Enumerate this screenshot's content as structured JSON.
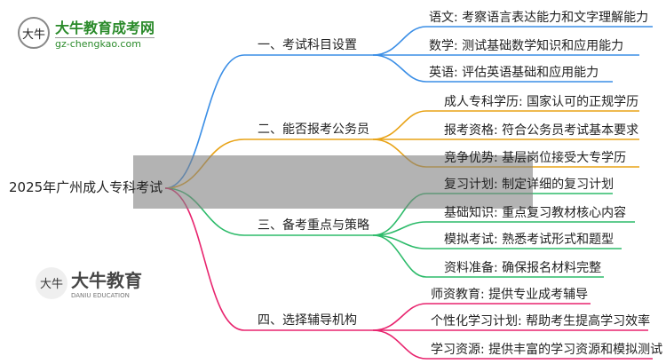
{
  "logo": {
    "mark": "大牛",
    "name": "大牛教育成考网",
    "url": "gz-chengkao.com"
  },
  "watermark": {
    "mark": "大牛",
    "name": "大牛教育",
    "sub": "DANIU EDUCATION"
  },
  "root": "2025年广州成人专科考试",
  "colors": {
    "b1": "#3a8ee6",
    "b2": "#e8a317",
    "b3": "#2dbb6a",
    "b4": "#e8246e"
  },
  "branches": [
    {
      "label": "一、考试科目设置",
      "leaves": [
        "语文: 考察语言表达能力和文字理解能力",
        "数学: 测试基础数学知识和应用能力",
        "英语: 评估英语基础和应用能力"
      ]
    },
    {
      "label": "二、能否报考公务员",
      "leaves": [
        "成人专科学历: 国家认可的正规学历",
        "报考资格: 符合公务员考试基本要求",
        "竞争优势: 基层岗位接受大专学历"
      ]
    },
    {
      "label": "三、备考重点与策略",
      "leaves": [
        "复习计划: 制定详细的复习计划",
        "基础知识: 重点复习教材核心内容",
        "模拟考试: 熟悉考试形式和题型",
        "资料准备: 确保报名材料完整"
      ]
    },
    {
      "label": "四、选择辅导机构",
      "leaves": [
        "师资教育: 提供专业成考辅导",
        "个性化学习计划: 帮助考生提高学习效率",
        "学习资源: 提供丰富的学习资源和模拟测试"
      ]
    }
  ]
}
